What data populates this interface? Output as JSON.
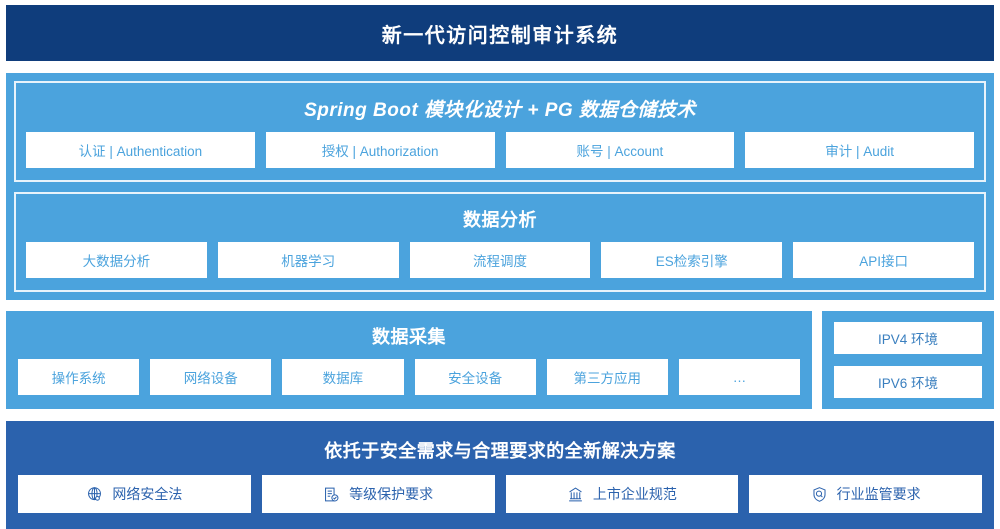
{
  "header": {
    "title": "新一代访问控制审计系统"
  },
  "colors": {
    "header_bg": "#0f3d7c",
    "panel_blue": "#4ba3dd",
    "footer_blue": "#2b62ad",
    "cell_bg": "#ffffff",
    "cell_text": "#4ba3dd"
  },
  "platform": {
    "title": "Spring Boot 模块化设计 + PG 数据仓储技术",
    "items": [
      {
        "label": "认证 | Authentication"
      },
      {
        "label": "授权 | Authorization"
      },
      {
        "label": "账号 | Account"
      },
      {
        "label": "审计 | Audit"
      }
    ]
  },
  "analysis": {
    "title": "数据分析",
    "items": [
      {
        "label": "大数据分析"
      },
      {
        "label": "机器学习"
      },
      {
        "label": "流程调度"
      },
      {
        "label": "ES检索引擎"
      },
      {
        "label": "API接口"
      }
    ]
  },
  "collection": {
    "title": "数据采集",
    "items": [
      {
        "label": "操作系统"
      },
      {
        "label": "网络设备"
      },
      {
        "label": "数据库"
      },
      {
        "label": "安全设备"
      },
      {
        "label": "第三方应用"
      },
      {
        "label": "…"
      }
    ],
    "environments": [
      {
        "label": "IPV4 环境"
      },
      {
        "label": "IPV6 环境"
      }
    ]
  },
  "compliance": {
    "title": "依托于安全需求与合理要求的全新解决方案",
    "items": [
      {
        "label": "网络安全法",
        "icon": "globe-network-icon"
      },
      {
        "label": "等级保护要求",
        "icon": "document-check-icon"
      },
      {
        "label": "上市企业规范",
        "icon": "bank-building-icon"
      },
      {
        "label": "行业监管要求",
        "icon": "shield-search-icon"
      }
    ]
  }
}
